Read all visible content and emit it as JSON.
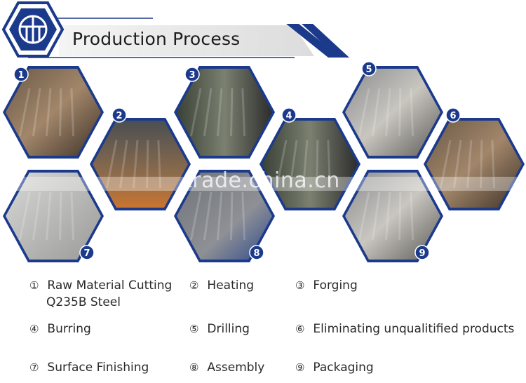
{
  "header": {
    "title": "Production Process",
    "logo_name": "company-hexagon-logo"
  },
  "watermark": {
    "text": "trade.china.cn"
  },
  "colors": {
    "navy": "#1b3a8c",
    "header_band": "#e9e9e9"
  },
  "steps": [
    {
      "number": "1",
      "photo": "raw-material-cutting-photo"
    },
    {
      "number": "2",
      "photo": "heating-furnace-photo"
    },
    {
      "number": "3",
      "photo": "forging-press-photo"
    },
    {
      "number": "4",
      "photo": "burring-worker-photo"
    },
    {
      "number": "5",
      "photo": "drilling-machine-photo"
    },
    {
      "number": "6",
      "photo": "inspection-worker-photo"
    },
    {
      "number": "7",
      "photo": "surface-finishing-photo"
    },
    {
      "number": "8",
      "photo": "assembly-worker-photo"
    },
    {
      "number": "9",
      "photo": "packaging-crates-photo"
    }
  ],
  "legend": [
    {
      "mark": "①",
      "label": "Raw Material Cutting",
      "sub": "Q235B Steel"
    },
    {
      "mark": "②",
      "label": "Heating"
    },
    {
      "mark": "③",
      "label": "Forging"
    },
    {
      "mark": "④",
      "label": "Burring"
    },
    {
      "mark": "⑤",
      "label": "Drilling"
    },
    {
      "mark": "⑥",
      "label": "Eliminating unqualitified products"
    },
    {
      "mark": "⑦",
      "label": "Surface Finishing"
    },
    {
      "mark": "⑧",
      "label": "Assembly"
    },
    {
      "mark": "⑨",
      "label": "Packaging"
    }
  ]
}
